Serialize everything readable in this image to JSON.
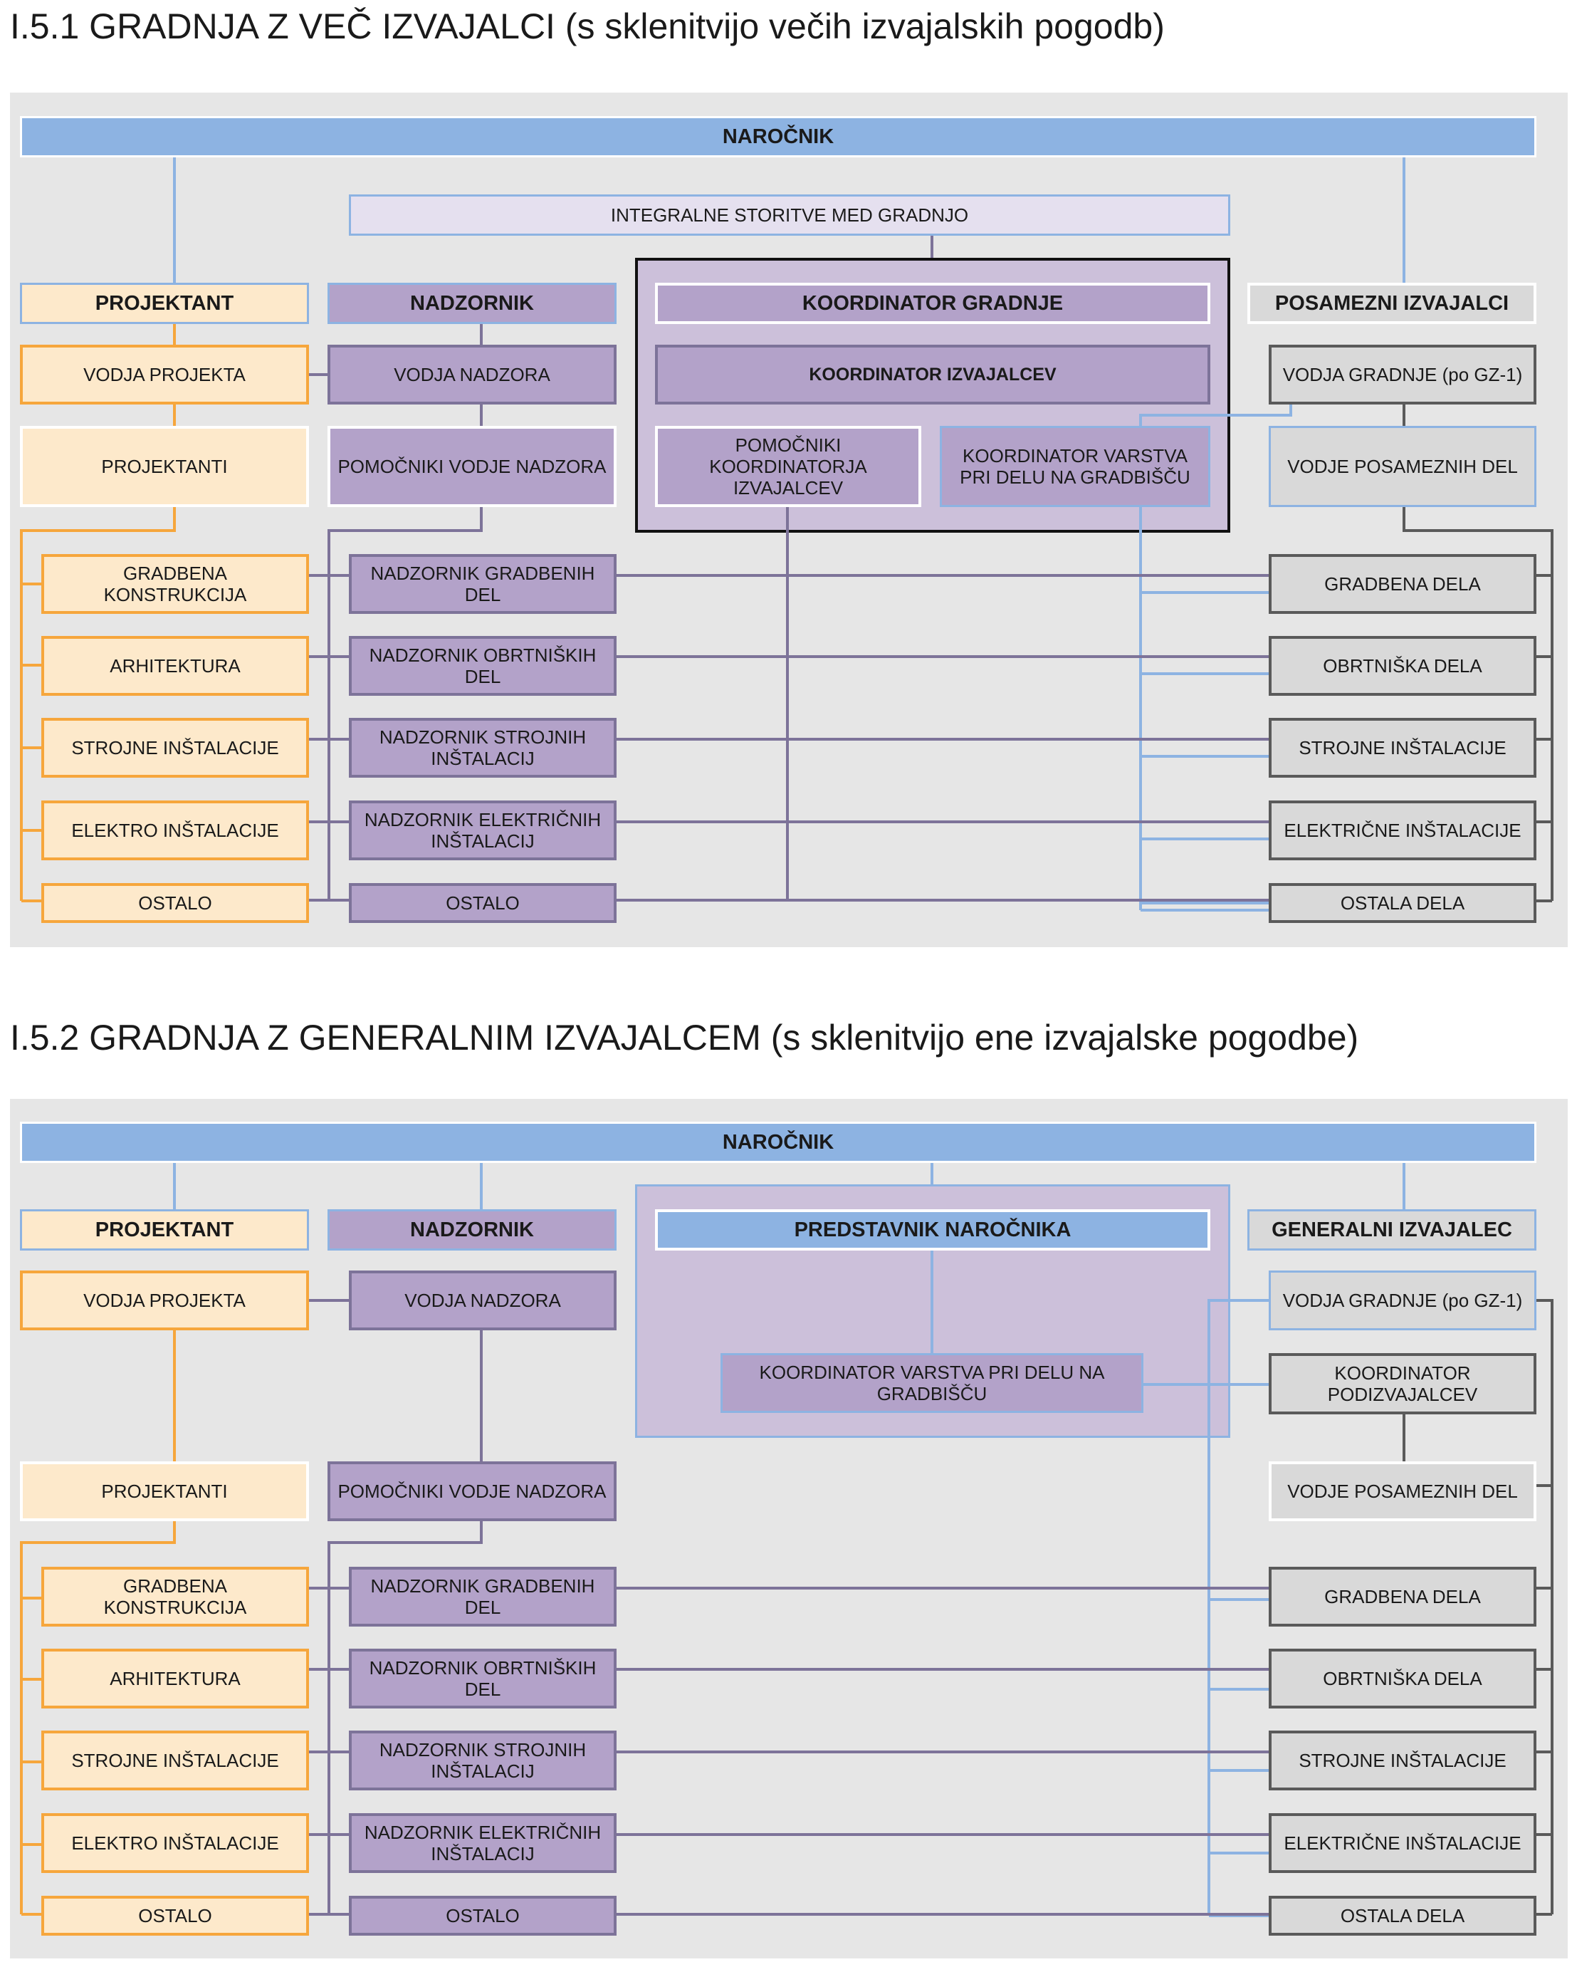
{
  "sections": [
    {
      "title": "I.5.1 GRADNJA Z VEČ IZVAJALCI (s sklenitvijo večih izvajalskih pogodb)",
      "client": "NAROČNIK",
      "integral": "INTEGRALNE STORITVE MED GRADNJO",
      "designer": {
        "label": "PROJEKTANT",
        "lead": "VODJA PROJEKTA",
        "team": "PROJEKTANTI",
        "items": [
          "GRADBENA KONSTRUKCIJA",
          "ARHITEKTURA",
          "STROJNE INŠTALACIJE",
          "ELEKTRO INŠTALACIJE",
          "OSTALO"
        ]
      },
      "supervisor": {
        "label": "NADZORNIK",
        "lead": "VODJA NADZORA",
        "team": "POMOČNIKI VODJE NADZORA",
        "items": [
          "NADZORNIK GRADBENIH DEL",
          "NADZORNIK OBRTNIŠKIH DEL",
          "NADZORNIK STROJNIH INŠTALACIJ",
          "NADZORNIK ELEKTRIČNIH INŠTALACIJ",
          "OSTALO"
        ]
      },
      "coordinator": {
        "label": "KOORDINATOR GRADNJE",
        "contractors": "KOORDINATOR IZVAJALCEV",
        "assistants": "POMOČNIKI KOORDINATORJA IZVAJALCEV",
        "safety": "KOORDINATOR VARSTVA PRI DELU NA GRADBIŠČU"
      },
      "contractor": {
        "label": "POSAMEZNI IZVAJALCI",
        "lead": "VODJA GRADNJE (po GZ-1)",
        "team": "VODJE POSAMEZNIH DEL",
        "items": [
          "GRADBENA DELA",
          "OBRTNIŠKA DELA",
          "STROJNE INŠTALACIJE",
          "ELEKTRIČNE INŠTALACIJE",
          "OSTALA DELA"
        ]
      }
    },
    {
      "title": "I.5.2 GRADNJA Z GENERALNIM IZVAJALCEM (s sklenitvijo ene izvajalske pogodbe)",
      "client": "NAROČNIK",
      "designer": {
        "label": "PROJEKTANT",
        "lead": "VODJA PROJEKTA",
        "team": "PROJEKTANTI",
        "items": [
          "GRADBENA KONSTRUKCIJA",
          "ARHITEKTURA",
          "STROJNE INŠTALACIJE",
          "ELEKTRO INŠTALACIJE",
          "OSTALO"
        ]
      },
      "supervisor": {
        "label": "NADZORNIK",
        "lead": "VODJA NADZORA",
        "team": "POMOČNIKI VODJE NADZORA",
        "items": [
          "NADZORNIK GRADBENIH DEL",
          "NADZORNIK OBRTNIŠKIH DEL",
          "NADZORNIK STROJNIH INŠTALACIJ",
          "NADZORNIK ELEKTRIČNIH INŠTALACIJ",
          "OSTALO"
        ]
      },
      "representative": {
        "label": "PREDSTAVNIK NAROČNIKA",
        "safety": "KOORDINATOR VARSTVA PRI DELU NA GRADBIŠČU"
      },
      "contractor": {
        "label": "GENERALNI IZVAJALEC",
        "lead": "VODJA GRADNJE (po GZ-1)",
        "subs": "KOORDINATOR PODIZVAJALCEV",
        "team": "VODJE POSAMEZNIH DEL",
        "items": [
          "GRADBENA DELA",
          "OBRTNIŠKA DELA",
          "STROJNE INŠTALACIJE",
          "ELEKTRIČNE INŠTALACIJE",
          "OSTALA DELA"
        ]
      }
    }
  ],
  "colors": {
    "blue": "#8db3e2",
    "orange": "#f6a63c",
    "purple": "#7d7399",
    "grey": "#5a5a5a",
    "panel": "#e6e6e6",
    "lavender": "#ccc0da"
  }
}
